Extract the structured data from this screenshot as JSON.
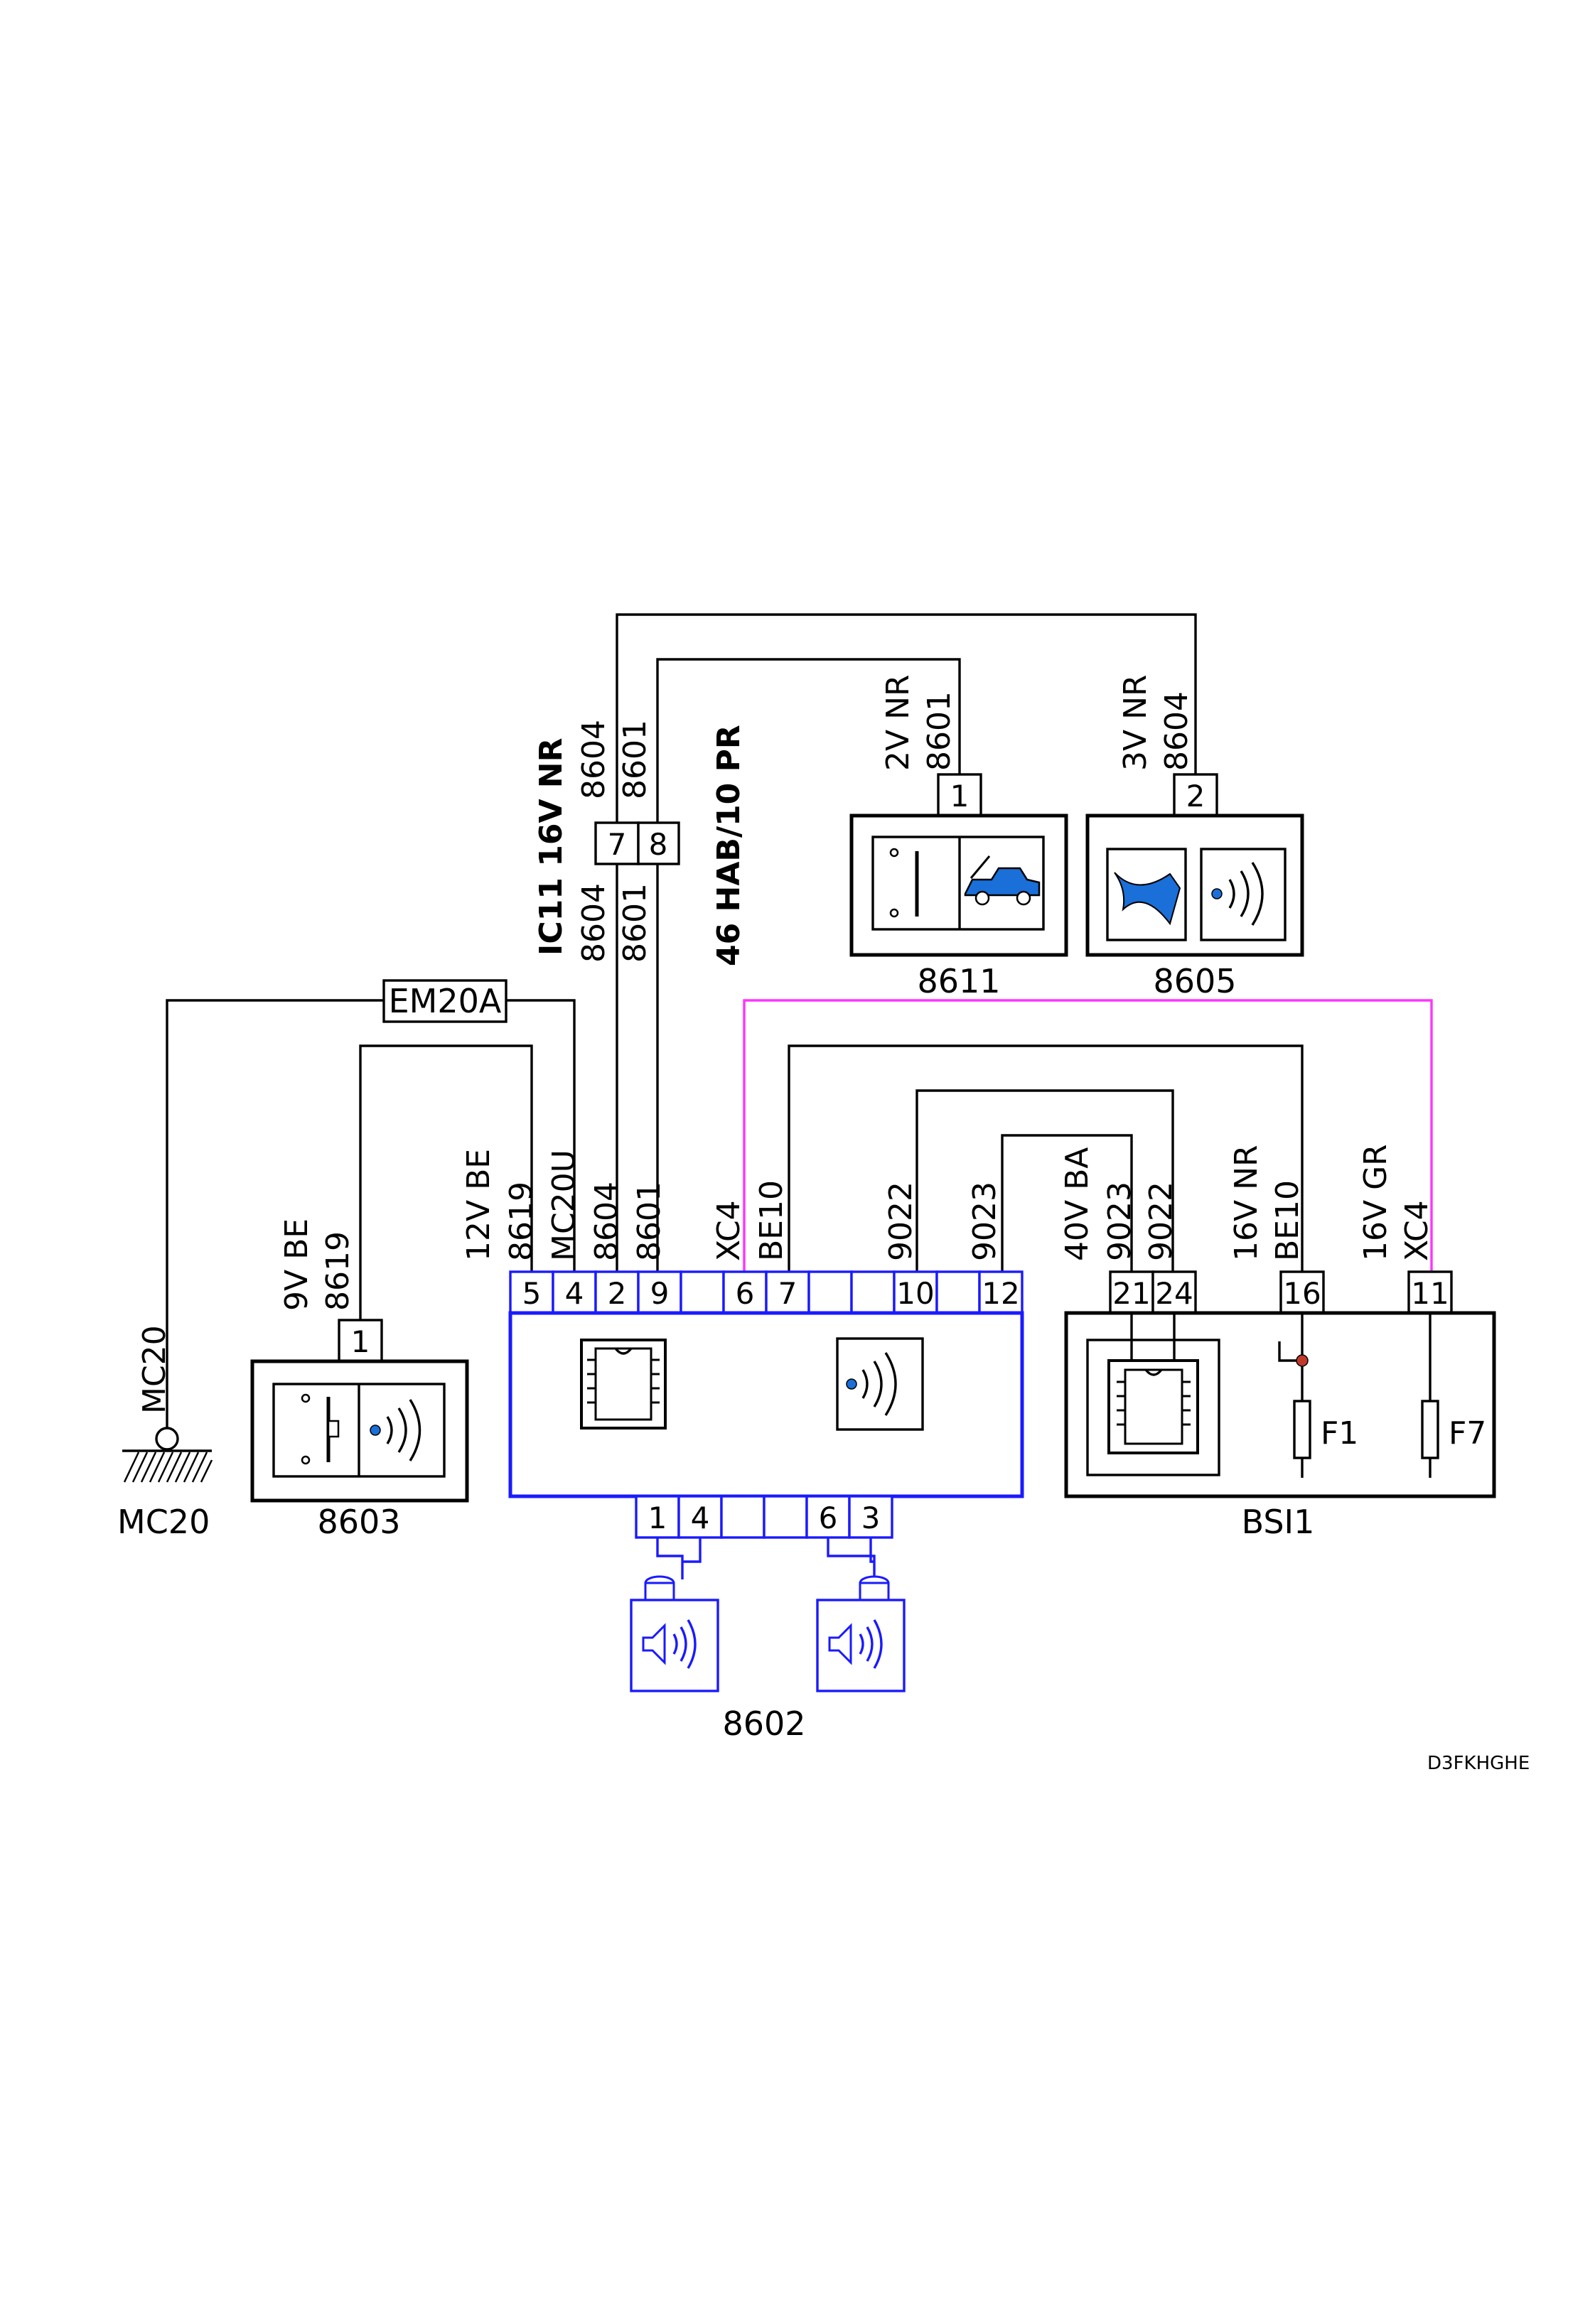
{
  "colors": {
    "wire": "#000000",
    "module_8602": "#1a1aff",
    "xc4_wire": "#ff33ff",
    "dot": "#1a6fd8"
  },
  "connector_ic11": {
    "label": "IC11 16V NR",
    "pins": [
      "7",
      "8"
    ]
  },
  "harness_note": "46 HAB/10 PR",
  "wires": {
    "w8604": "8604",
    "w8601": "8601",
    "w8619": "8619",
    "wMC20U": "MC20U",
    "wXC4": "XC4",
    "wBE10": "BE10",
    "w9022": "9022",
    "w9023": "9023"
  },
  "connector_labels": {
    "c8611": "2V NR",
    "c8605": "3V NR",
    "c8603": "9V BE",
    "c8602": "12V BE",
    "c9023": "40V BA",
    "c16": "16V NR",
    "c11": "16V GR"
  },
  "components": {
    "c8611": "8611",
    "c8605": "8605",
    "c8603": "8603",
    "c8602": "8602",
    "bsi": "BSI1",
    "ground": "MC20",
    "ground_wire": "MC20",
    "em20a": "EM20A"
  },
  "pins": {
    "p8611": "1",
    "p8605": "2",
    "p8603": "1",
    "p5": "5",
    "p4": "4",
    "p2": "2",
    "p9": "9",
    "p6": "6",
    "p7": "7",
    "p10": "10",
    "p12": "12",
    "bsi21": "21",
    "bsi24": "24",
    "bsi16": "16",
    "bsi11": "11",
    "spk1": "1",
    "spk4": "4",
    "spk6": "6",
    "spk3": "3"
  },
  "fuses": {
    "f1": "F1",
    "f7": "F7"
  },
  "icons": [
    "chip-icon",
    "alarm-sensor-icon",
    "horn-icon",
    "car-icon",
    "siren-icon",
    "ground-icon",
    "speaker-icon"
  ],
  "footer_code": "D3FKHGHE"
}
